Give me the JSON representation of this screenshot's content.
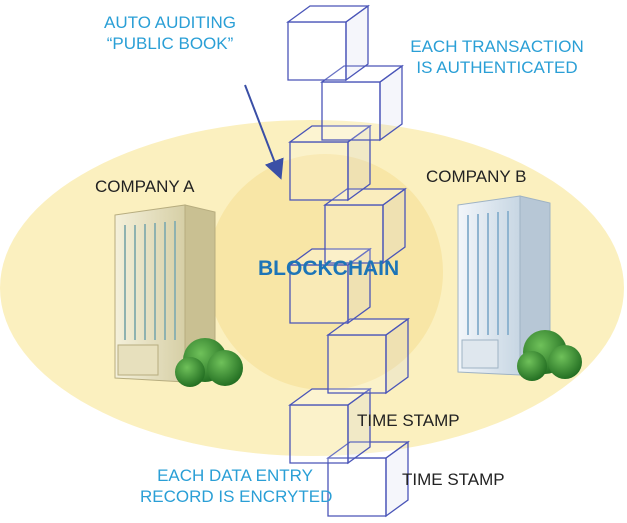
{
  "labels": {
    "auto_auditing_line1": "AUTO AUDITING",
    "auto_auditing_line2": "“PUBLIC BOOK”",
    "each_transaction_line1": "EACH TRANSACTION",
    "each_transaction_line2": "IS AUTHENTICATED",
    "company_a": "COMPANY A",
    "company_b": "COMPANY B",
    "blockchain": "BLOCKCHAIN",
    "time_stamp_1": "TIME STAMP",
    "time_stamp_2": "TIME STAMP",
    "data_entry_line1": "EACH DATA ENTRY",
    "data_entry_line2": "RECORD IS ENCRYTED"
  },
  "colors": {
    "callout_text": "#2a9fd6",
    "blockchain_text": "#1d75b7",
    "ellipse_fill": "#fbf0bf",
    "center_circle_fill": "#f8e6a6",
    "block_stroke": "#4a55b8",
    "body_text": "#222222"
  }
}
